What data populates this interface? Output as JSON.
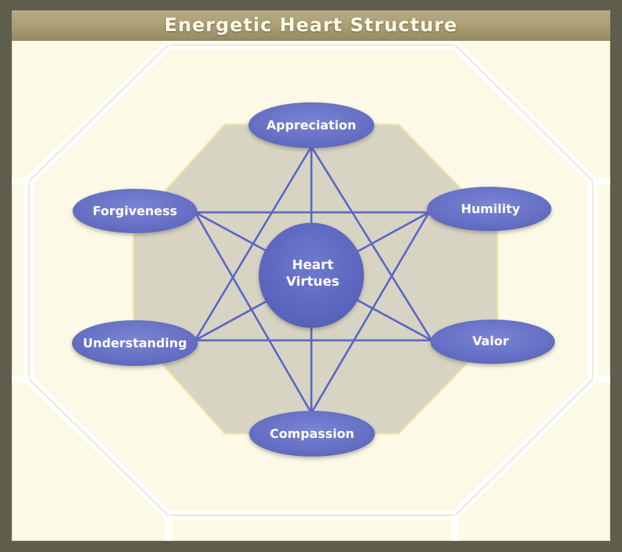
{
  "title": "Energetic Heart Structure",
  "center": {
    "line1": "Heart",
    "line2": "Virtues"
  },
  "nodes": {
    "top": "Appreciation",
    "upper_left": "Forgiveness",
    "upper_right": "Humility",
    "lower_left": "Understanding",
    "lower_right": "Valor",
    "bottom": "Compassion"
  },
  "colors": {
    "node_fill": "#6670c4",
    "connector": "#5d68c6",
    "octagon_fill": "#d8d4c3",
    "background": "#fcf9e6",
    "border": "#5f5d4b"
  }
}
